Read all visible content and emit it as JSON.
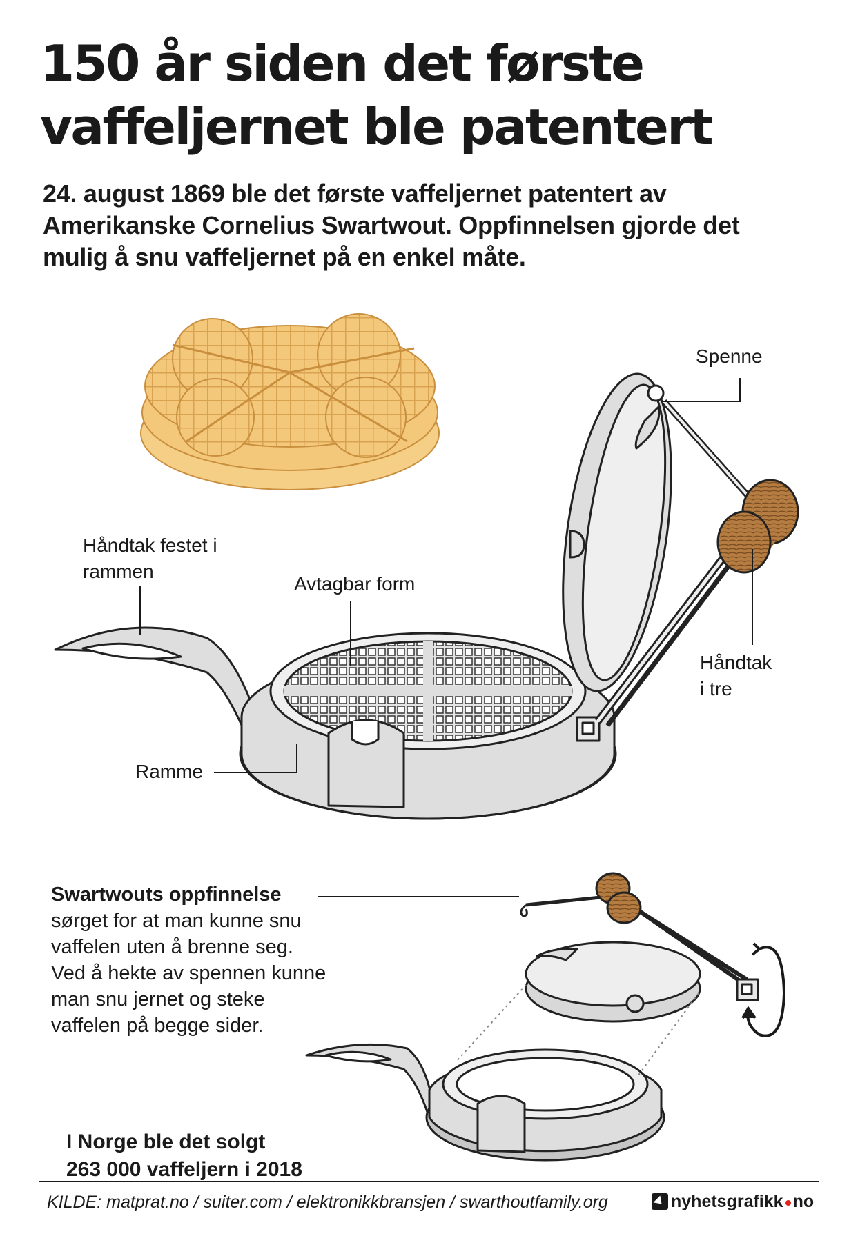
{
  "title": {
    "line1": "150 år siden det første",
    "line2": "vaffeljernet ble patentert"
  },
  "lead": {
    "line1": "24. august 1869 ble det første vaffeljernet patentert av",
    "line2": "Amerikanske Cornelius Swartwout. Oppfinnelsen gjorde det",
    "line3": "mulig å snu vaffeljernet på en enkel måte."
  },
  "labels": {
    "spenne": "Spenne",
    "handtak_festet_line1": "Håndtak festet i",
    "handtak_festet_line2": "rammen",
    "avtagbar_form": "Avtagbar form",
    "handtak_tre_line1": "Håndtak",
    "handtak_tre_line2": "i tre",
    "ramme": "Ramme"
  },
  "invention": {
    "heading": "Swartwouts oppfinnelse",
    "lines": [
      "sørget for at man kunne snu",
      "vaffelen uten å brenne seg.",
      "Ved å hekte av spennen kunne",
      "man snu jernet og steke",
      "vaffelen på begge sider."
    ]
  },
  "stat": {
    "line1": "I Norge ble det solgt",
    "line2": "263 000 vaffeljern i 2018"
  },
  "footer": {
    "source": "KILDE: matprat.no / suiter.com / elektronikkbransjen / swarthoutfamily.org",
    "brand_part1": "nyhetsgrafikk",
    "brand_part2": "no"
  },
  "colors": {
    "text": "#1a1a1a",
    "waffle": "#f3c87a",
    "waffle_dark": "#d9a251",
    "metal": "#dedede",
    "metal_dark": "#9a9a9a",
    "wood": "#a8733e",
    "brand_dot": "#e2231a"
  },
  "icons": [
    "waffle-stack-illustration",
    "waffle-iron-illustration",
    "waffle-iron-exploded-illustration",
    "rotate-arrow-icon",
    "nyhetsgrafikk-logo-icon"
  ]
}
